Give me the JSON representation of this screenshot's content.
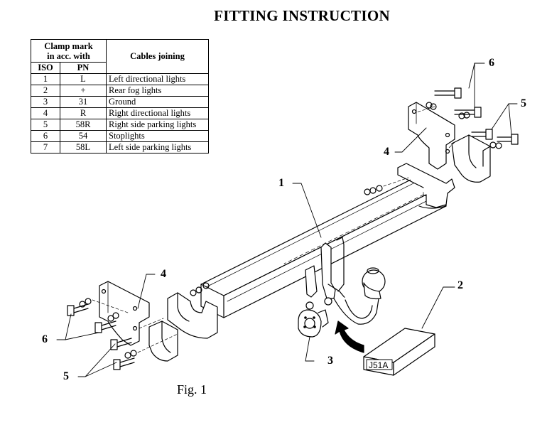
{
  "title": "FITTING INSTRUCTION",
  "table": {
    "header_clamp_line1": "Clamp mark",
    "header_clamp_line2": "in acc. with",
    "header_cables": "Cables joining",
    "header_iso": "ISO",
    "header_pn": "PN",
    "rows": [
      {
        "iso": "1",
        "pn": "L",
        "desc": "Left directional lights"
      },
      {
        "iso": "2",
        "pn": "+",
        "desc": "Rear fog lights"
      },
      {
        "iso": "3",
        "pn": "31",
        "desc": "Ground"
      },
      {
        "iso": "4",
        "pn": "R",
        "desc": "Right directional lights"
      },
      {
        "iso": "5",
        "pn": "58R",
        "desc": "Right side parking lights"
      },
      {
        "iso": "6",
        "pn": "54",
        "desc": "Stoplights"
      },
      {
        "iso": "7",
        "pn": "58L",
        "desc": "Left side parking lights"
      }
    ]
  },
  "callouts": {
    "one": "1",
    "two": "2",
    "three": "3",
    "four_right": "4",
    "four_left": "4",
    "five_right": "5",
    "five_left": "5",
    "six_right": "6",
    "six_left": "6"
  },
  "box_label": "J51A",
  "figure_caption": "Fig. 1"
}
